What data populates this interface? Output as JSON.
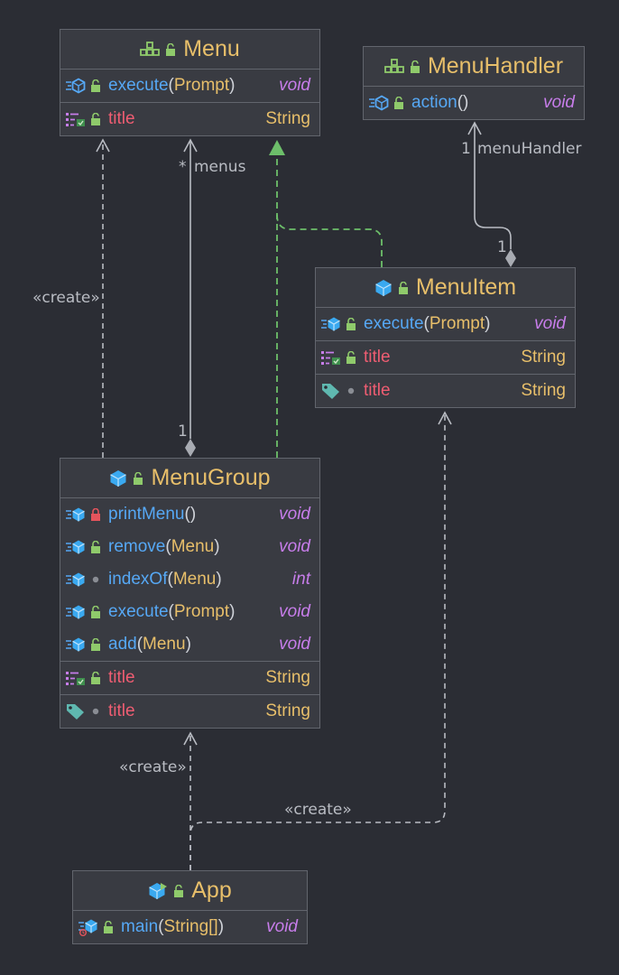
{
  "diagram": {
    "nodes": {
      "menu": {
        "name": "Menu",
        "kind": "interface",
        "methods": [
          {
            "name": "execute",
            "param": "Prompt",
            "type": "void",
            "visibility": "public",
            "abstract": true
          }
        ],
        "fields": [
          {
            "name": "title",
            "type": "String",
            "visibility": "public",
            "kind": "property"
          }
        ]
      },
      "menu_handler": {
        "name": "MenuHandler",
        "kind": "interface",
        "methods": [
          {
            "name": "action",
            "param": "",
            "type": "void",
            "visibility": "public",
            "abstract": true
          }
        ]
      },
      "menu_item": {
        "name": "MenuItem",
        "kind": "class",
        "methods": [
          {
            "name": "execute",
            "param": "Prompt",
            "type": "void",
            "visibility": "public"
          }
        ],
        "properties": [
          {
            "name": "title",
            "type": "String",
            "visibility": "public",
            "kind": "property"
          }
        ],
        "fields": [
          {
            "name": "title",
            "type": "String",
            "visibility": "package",
            "kind": "field"
          }
        ]
      },
      "menu_group": {
        "name": "MenuGroup",
        "kind": "class",
        "methods": [
          {
            "name": "printMenu",
            "param": "",
            "type": "void",
            "visibility": "private"
          },
          {
            "name": "remove",
            "param": "Menu",
            "type": "void",
            "visibility": "public"
          },
          {
            "name": "indexOf",
            "param": "Menu",
            "type": "int",
            "visibility": "package"
          },
          {
            "name": "execute",
            "param": "Prompt",
            "type": "void",
            "visibility": "public"
          },
          {
            "name": "add",
            "param": "Menu",
            "type": "void",
            "visibility": "public"
          }
        ],
        "properties": [
          {
            "name": "title",
            "type": "String",
            "visibility": "public",
            "kind": "property"
          }
        ],
        "fields": [
          {
            "name": "title",
            "type": "String",
            "visibility": "package",
            "kind": "field"
          }
        ]
      },
      "app": {
        "name": "App",
        "kind": "class-main",
        "methods": [
          {
            "name": "main",
            "param": "String[]",
            "type": "void",
            "visibility": "public",
            "static": true
          }
        ]
      }
    },
    "edges": [
      {
        "from": "MenuGroup",
        "to": "Menu",
        "type": "create-dependency",
        "label": "«create»"
      },
      {
        "from": "MenuGroup",
        "to": "Menu",
        "type": "composition",
        "source_multiplicity": "1",
        "target_multiplicity": "*",
        "role": "menus"
      },
      {
        "from": "MenuGroup",
        "to": "Menu",
        "type": "realization"
      },
      {
        "from": "MenuItem",
        "to": "Menu",
        "type": "realization"
      },
      {
        "from": "MenuItem",
        "to": "MenuHandler",
        "type": "composition",
        "source_multiplicity": "1",
        "target_multiplicity": "1",
        "role": "menuHandler"
      },
      {
        "from": "App",
        "to": "MenuGroup",
        "type": "create-dependency",
        "label": "«create»"
      },
      {
        "from": "App",
        "to": "MenuItem",
        "type": "create-dependency",
        "label": "«create»"
      }
    ],
    "colors": {
      "background": "#2b2d34",
      "node_fill": "#393b42",
      "node_border": "#62656d",
      "class_name": "#e8bf6a",
      "method_name": "#56a8f5",
      "field_name": "#ef5d72",
      "void_type": "#c77dea",
      "string_type": "#e8bf6a",
      "edge": "#b9bcc3",
      "realization_edge": "#6dbf6a"
    }
  }
}
